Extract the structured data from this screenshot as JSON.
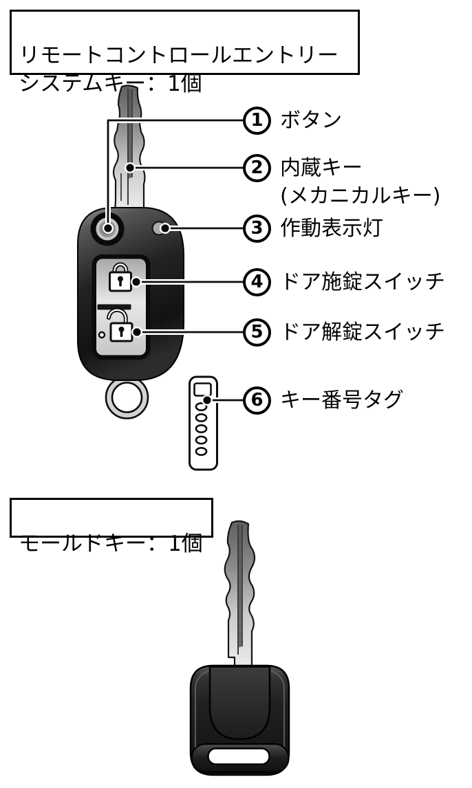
{
  "sections": {
    "remote_key": {
      "title": "リモートコントロールエントリー\nシステムキー：1個",
      "callouts": [
        {
          "number": "1",
          "label": "ボタン"
        },
        {
          "number": "2",
          "label": "内蔵キー\n(メカニカルキー)"
        },
        {
          "number": "3",
          "label": "作動表示灯"
        },
        {
          "number": "4",
          "label": "ドア施錠スイッチ"
        },
        {
          "number": "5",
          "label": "ドア解錠スイッチ"
        },
        {
          "number": "6",
          "label": "キー番号タグ"
        }
      ]
    },
    "molded_key": {
      "title": "モールドキー：1個"
    }
  },
  "colors": {
    "background": "#ffffff",
    "outline": "#000000",
    "fob_body_dark": "#141414",
    "fob_body_light": "#8f8f8f",
    "button_panel_light": "#e6e6e6",
    "blade_dark": "#666666",
    "blade_light": "#ececec",
    "tag_fill": "#ffffff"
  }
}
